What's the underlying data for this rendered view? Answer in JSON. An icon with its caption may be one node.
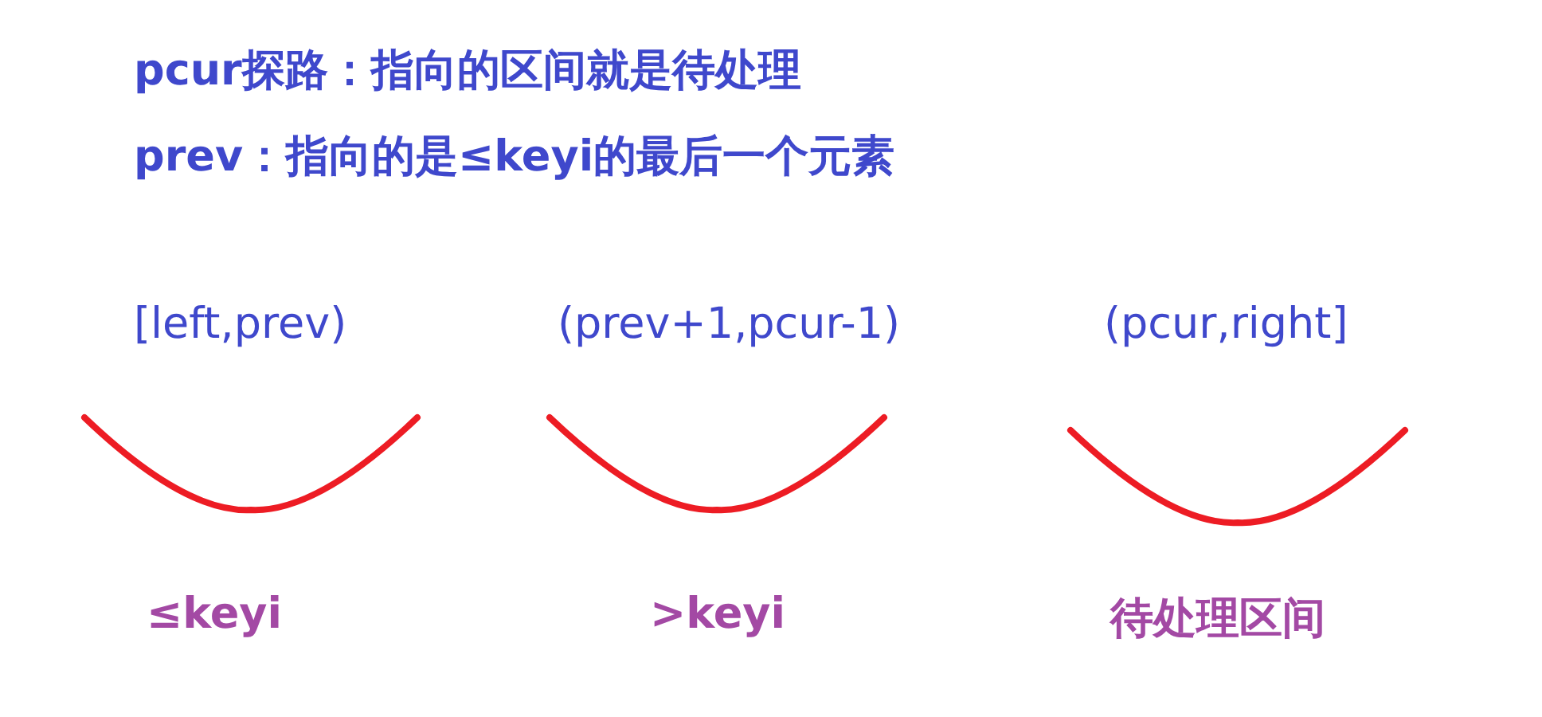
{
  "diagram": {
    "labels": [
      "pcur探路：指向的区间就是待处理",
      "prev：指向的是≤keyi的最后一个元素",
      "[left,prev)",
      "(prev+1,pcur-1)",
      "(pcur,right]",
      "≤keyi",
      ">keyi",
      "待处理区间"
    ]
  }
}
